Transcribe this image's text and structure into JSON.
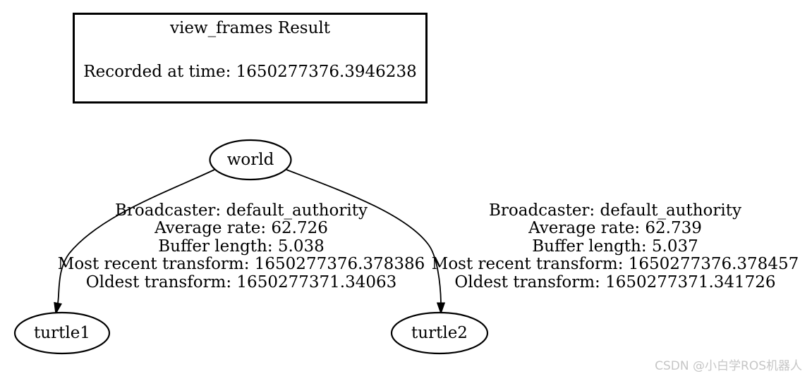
{
  "title_box": {
    "title": "view_frames Result",
    "recorded_at": "Recorded at time: 1650277376.3946238"
  },
  "nodes": {
    "world": "world",
    "turtle1": "turtle1",
    "turtle2": "turtle2"
  },
  "edges": {
    "world_to_turtle1": {
      "broadcaster": "Broadcaster: default_authority",
      "average_rate": "Average rate: 62.726",
      "buffer_length": "Buffer length: 5.038",
      "most_recent_transform": "Most recent transform: 1650277376.378386",
      "oldest_transform": "Oldest transform: 1650277371.34063"
    },
    "world_to_turtle2": {
      "broadcaster": "Broadcaster: default_authority",
      "average_rate": "Average rate: 62.739",
      "buffer_length": "Buffer length: 5.037",
      "most_recent_transform": "Most recent transform: 1650277376.378457",
      "oldest_transform": "Oldest transform: 1650277371.341726"
    }
  },
  "watermark": "CSDN @小白学ROS机器人",
  "colors": {
    "ink": "#000000",
    "background": "#ffffff",
    "watermark_gray": "#c6c6c6"
  }
}
